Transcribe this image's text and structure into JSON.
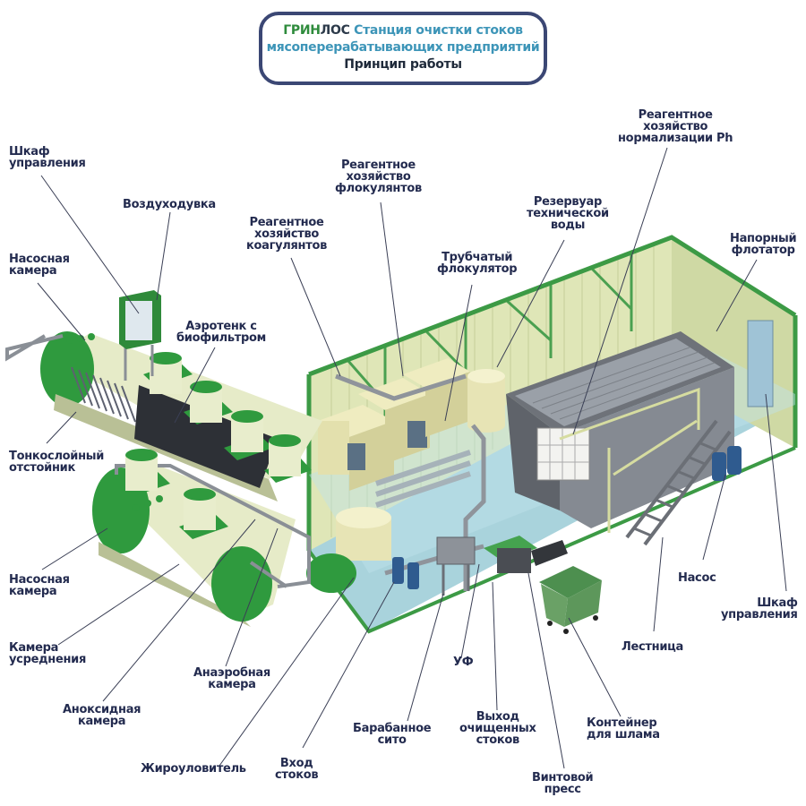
{
  "title": {
    "brand_part1": "ГРИН",
    "brand_part2": "ЛОС",
    "line1_rest": " Станция очистки стоков",
    "line2": "мясоперерабатывающих предприятий",
    "line3": "Принцип работы"
  },
  "colors": {
    "frame": "#3b4774",
    "brand_green": "#2e8b3c",
    "title_blue": "#3d95b8",
    "tank_green": "#2f9a3e",
    "tank_body": "#e6ebc8",
    "container_wall": "#dfe6b7",
    "container_frame": "#3c9a45",
    "floor": "#a9d3dc",
    "steel": "#7b7f86",
    "label": "#232b4f"
  },
  "labels": {
    "control_cabinet_left": [
      "Шкаф",
      "управления"
    ],
    "blower": [
      "Воздуходувка"
    ],
    "pump_chamber_top": [
      "Насосная",
      "камера"
    ],
    "aerotank": [
      "Аэротенк с",
      "биофильтром"
    ],
    "coagulant_reagent": [
      "Реагентное",
      "хозяйство",
      "коагулянтов"
    ],
    "flocculant_reagent": [
      "Реагентное",
      "хозяйство",
      "флокулянтов"
    ],
    "tubular_flocculator": [
      "Трубчатый",
      "флокулятор"
    ],
    "process_water_tank": [
      "Резервуар",
      "технической",
      "воды"
    ],
    "ph_reagent": [
      "Реагентное",
      "хозяйство",
      "нормализации Ph"
    ],
    "pressure_flotator": [
      "Напорный",
      "флотатор"
    ],
    "lamella_settler": [
      "Тонкослойный",
      "отстойник"
    ],
    "pump_chamber_bottom": [
      "Насосная",
      "камера"
    ],
    "equalization_chamber": [
      "Камера",
      "усреднения"
    ],
    "anoxic_chamber": [
      "Аноксидная",
      "камера"
    ],
    "anaerobic_chamber": [
      "Анаэробная",
      "камера"
    ],
    "grease_trap": [
      "Жироуловитель"
    ],
    "wastewater_inlet": [
      "Вход",
      "стоков"
    ],
    "drum_screen": [
      "Барабанное",
      "сито"
    ],
    "uv": [
      "УФ"
    ],
    "treated_outlet": [
      "Выход",
      "очищенных",
      "стоков"
    ],
    "screw_press": [
      "Винтовой",
      "пресс"
    ],
    "sludge_container": [
      "Контейнер",
      "для шлама"
    ],
    "ladder": [
      "Лестница"
    ],
    "pump": [
      "Насос"
    ],
    "control_cabinet_right": [
      "Шкаф",
      "управления"
    ]
  }
}
